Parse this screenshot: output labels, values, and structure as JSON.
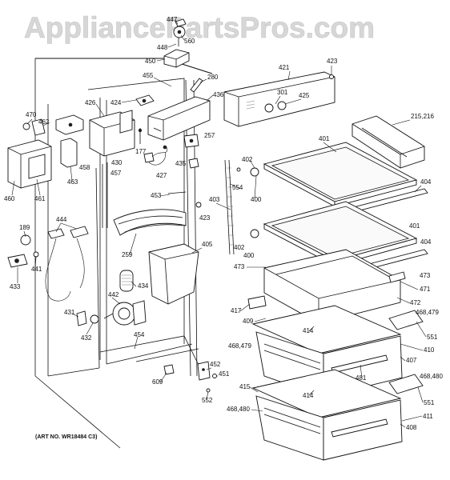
{
  "watermark": "AppliancePartsPros.com",
  "art_number": "(ART NO. WR18484 C3)",
  "callouts": [
    "447",
    "560",
    "448",
    "450",
    "455",
    "280",
    "421",
    "423",
    "426",
    "424",
    "436",
    "301",
    "425",
    "470",
    "462",
    "215,216",
    "177",
    "430",
    "257",
    "401",
    "402",
    "460",
    "461",
    "463",
    "458",
    "457",
    "427",
    "435",
    "554",
    "400",
    "404",
    "453",
    "403",
    "423",
    "444",
    "189",
    "259",
    "405",
    "441",
    "433",
    "434",
    "442",
    "431",
    "432",
    "454",
    "473",
    "471",
    "472",
    "417",
    "409",
    "468,479",
    "414",
    "551",
    "410",
    "407",
    "481",
    "609",
    "452",
    "451",
    "552",
    "415",
    "468,480",
    "411",
    "408",
    "401",
    "404",
    "402",
    "400",
    "473",
    "468,479",
    "468,480",
    "414",
    "551"
  ]
}
